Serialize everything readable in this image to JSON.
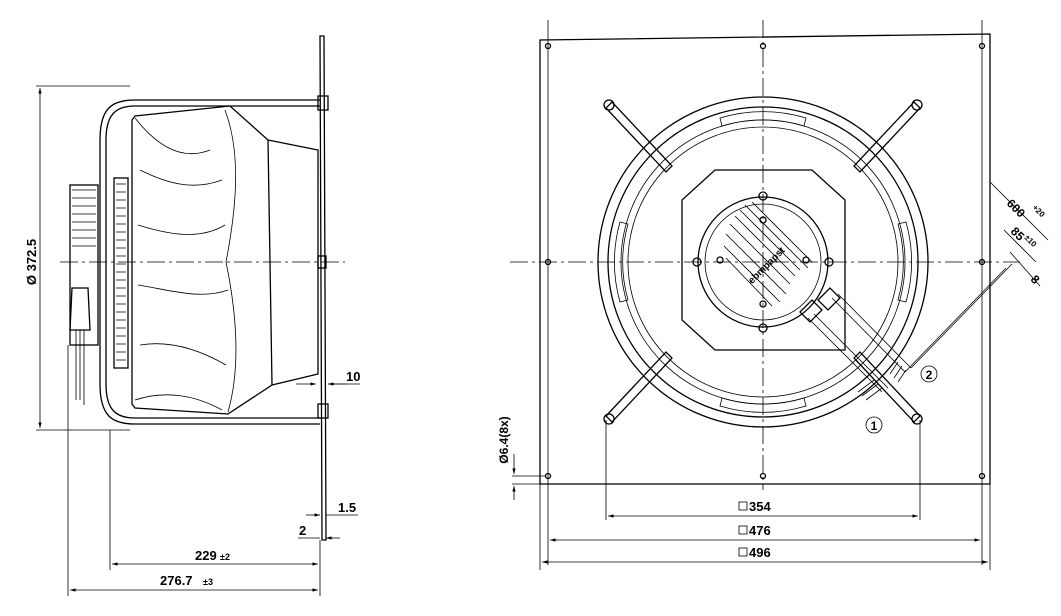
{
  "side_view": {
    "diameter_label": "Ø 372.5",
    "dim_10": "10",
    "dim_1_5": "1.5",
    "dim_2": "2",
    "dim_229": "229",
    "tol_229": "±2",
    "dim_276_7": "276.7",
    "tol_276_7": "±3"
  },
  "front_view": {
    "hole_label": "Ø6.4(8x)",
    "square_354": "354",
    "square_476": "476",
    "square_496": "496",
    "cable_600": "600",
    "tol_600": "+20",
    "cable_85": "85",
    "tol_85": "±10",
    "cable_8": "8",
    "callout_1": "1",
    "callout_2": "2",
    "brand": "ebmpapst"
  }
}
